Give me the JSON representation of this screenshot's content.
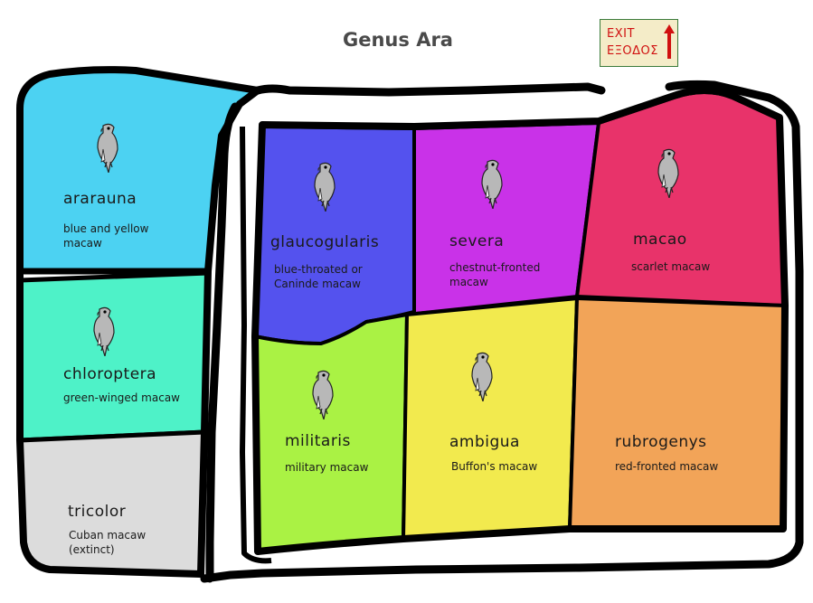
{
  "title": "Genus Ara",
  "exit_sign": {
    "line1": "EXIT",
    "line2": "ΕΞΟΔΟΣ"
  },
  "species": [
    {
      "key": "ararauna",
      "name": "ararauna",
      "common": "blue and yellow macaw",
      "color": "#4cd2f2"
    },
    {
      "key": "chloroptera",
      "name": "chloroptera",
      "common": "green-winged macaw",
      "color": "#4ef2c8"
    },
    {
      "key": "tricolor",
      "name": "tricolor",
      "common": "Cuban macaw (extinct)",
      "color": "#dcdcdc"
    },
    {
      "key": "glaucogularis",
      "name": "glaucogularis",
      "common": "blue-throated or Caninde macaw",
      "color": "#5452ee"
    },
    {
      "key": "severa",
      "name": "severa",
      "common": "chestnut-fronted macaw",
      "color": "#c932e8"
    },
    {
      "key": "macao",
      "name": "macao",
      "common": "scarlet macaw",
      "color": "#e8336a"
    },
    {
      "key": "militaris",
      "name": "militaris",
      "common": "military macaw",
      "color": "#aaf244"
    },
    {
      "key": "ambigua",
      "name": "ambigua",
      "common": "Buffon's macaw",
      "color": "#f2ea4e"
    },
    {
      "key": "rubrogenys",
      "name": "rubrogenys",
      "common": "red-fronted macaw",
      "color": "#f2a458"
    }
  ]
}
